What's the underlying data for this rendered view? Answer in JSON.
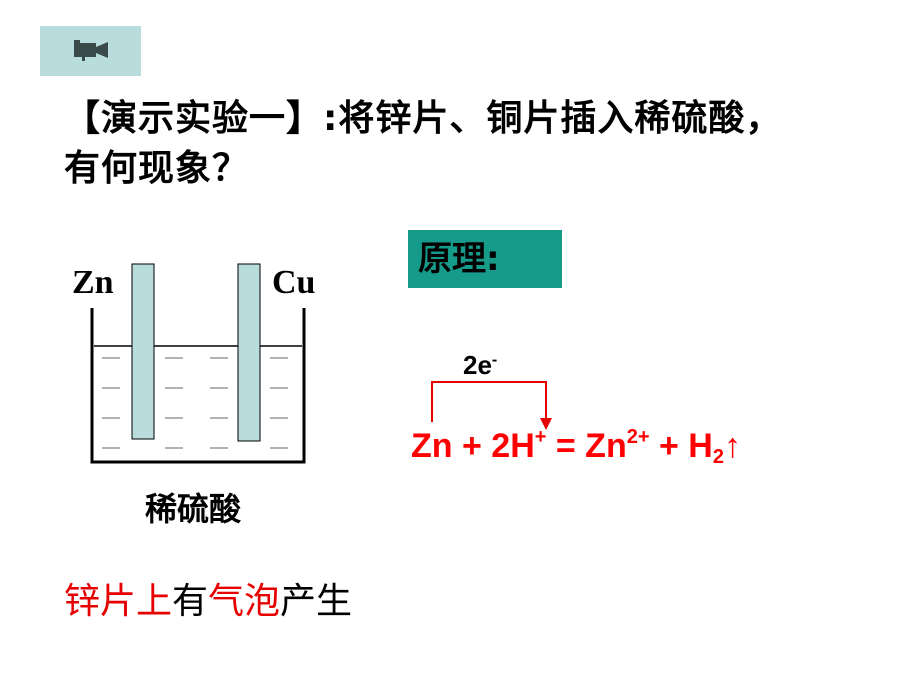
{
  "toolbar": {
    "icon": "video-camera-icon"
  },
  "title_line1": "【演示实验一】:将锌片、铜片插入稀硫酸，",
  "title_line2": "有何现象？",
  "apparatus": {
    "zn_label": "Zn",
    "cu_label": "Cu",
    "acid_label": "稀硫酸"
  },
  "principle": {
    "box_label": "原理:",
    "electron_label": "2e",
    "electron_sup": "-",
    "equation": {
      "zn": "Zn + 2H",
      "h_charge": "+",
      "mid": " = Zn",
      "zn_charge": "2+",
      "plus_h": " + H",
      "h_sub": "2",
      "gas_arrow": "↑"
    }
  },
  "observation": {
    "part1": "锌片上",
    "part2": "有",
    "part3": "气泡",
    "part4": "产生"
  },
  "colors": {
    "accent_teal": "#169a8a",
    "button_bg": "#b9dcdd",
    "electrode": "#b9dcdd",
    "red": "#e60000"
  }
}
